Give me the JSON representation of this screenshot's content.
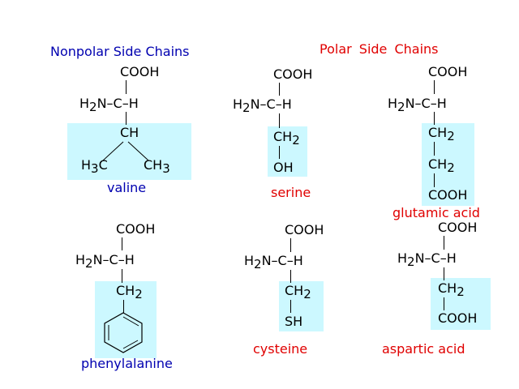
{
  "headers": {
    "nonpolar": "Nonpolar Side Chains",
    "polar": "Polar Side Chains"
  },
  "colors": {
    "nonpolar": "#0000b0",
    "polar": "#e00000",
    "side_chain_box": "#ccf8ff"
  },
  "backbone": {
    "carboxyl": "COOH",
    "amino_prefix": "H",
    "amino_sub": "2",
    "amino_suffix": "N–C–H"
  },
  "molecules": {
    "valine": {
      "name": "valine",
      "branch": "CH",
      "left_group": {
        "main": "H",
        "sub": "3",
        "tail": "C"
      },
      "right_group": {
        "main": "CH",
        "sub": "3"
      }
    },
    "serine": {
      "name": "serine",
      "group1": {
        "main": "CH",
        "sub": "2"
      },
      "group2": "OH"
    },
    "glutamic": {
      "name": "glutamic acid",
      "group1": {
        "main": "CH",
        "sub": "2"
      },
      "group2": {
        "main": "CH",
        "sub": "2"
      },
      "group3": "COOH"
    },
    "phenylalanine": {
      "name": "phenylalanine",
      "group1": {
        "main": "CH",
        "sub": "2"
      },
      "ring": "benzene-ring-icon"
    },
    "cysteine": {
      "name": "cysteine",
      "group1": {
        "main": "CH",
        "sub": "2"
      },
      "group2": "SH"
    },
    "aspartic": {
      "name": "aspartic acid",
      "group1": {
        "main": "CH",
        "sub": "2"
      },
      "group2": "COOH"
    }
  }
}
